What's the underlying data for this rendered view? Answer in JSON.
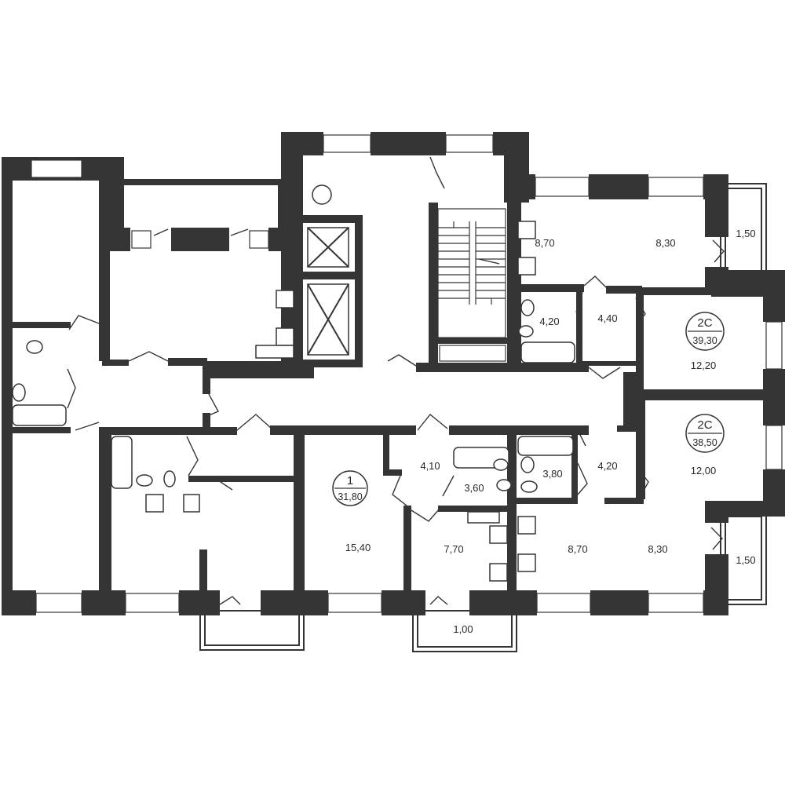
{
  "apartments": [
    {
      "number": "1",
      "area": "31,80"
    },
    {
      "number": "2С",
      "area": "39,30"
    },
    {
      "number": "2С",
      "area": "38,50"
    }
  ],
  "room_areas": {
    "r1_living": "15,40",
    "r1_kitchen": "7,70",
    "r1_hall": "4,10",
    "r1_bath": "3,60",
    "a39_kitchen": "8,70",
    "a39_room_a": "8,30",
    "a39_bath": "4,20",
    "a39_hall": "4,40",
    "a39_room_b": "12,20",
    "a38_kitchen": "8,70",
    "a38_room_a": "8,30",
    "a38_bath": "3,80",
    "a38_hall": "4,20",
    "a38_room_b": "12,00"
  },
  "balconies": {
    "top_right": "1,50",
    "bottom_right": "1,50",
    "bottom_center": "1,00"
  },
  "colors": {
    "wall": "#353535",
    "background": "#ffffff"
  }
}
